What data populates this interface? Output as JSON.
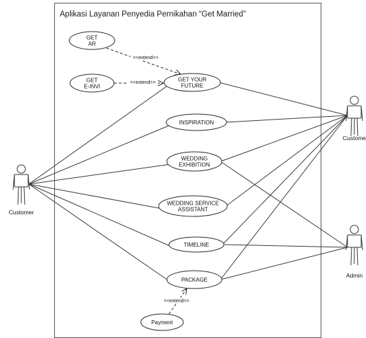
{
  "system": {
    "title": "Aplikasi Layanan Penyedia Pernikahan “Get Married”"
  },
  "actors": [
    {
      "id": "customer-left",
      "label": "Customer"
    },
    {
      "id": "customer-right",
      "label": "Custome"
    },
    {
      "id": "admin",
      "label": "Admin"
    }
  ],
  "use_cases": [
    {
      "id": "get-ar",
      "lines": [
        "GET",
        "AR"
      ]
    },
    {
      "id": "get-einvi",
      "lines": [
        "GET",
        "E-INVI"
      ]
    },
    {
      "id": "get-your-future",
      "lines": [
        "GET YOUR",
        "FUTURE"
      ]
    },
    {
      "id": "inspiration",
      "lines": [
        "INSPIRATION"
      ]
    },
    {
      "id": "wedding-exhibition",
      "lines": [
        "WEDDING",
        "EXHIBITION"
      ]
    },
    {
      "id": "wedding-service-assistant",
      "lines": [
        "WEDDING SERVICE",
        "ASSISTANT"
      ]
    },
    {
      "id": "timeline",
      "lines": [
        "TIMELINE"
      ]
    },
    {
      "id": "package",
      "lines": [
        "PACKAGE"
      ]
    },
    {
      "id": "payment",
      "lines": [
        "Payment"
      ]
    }
  ],
  "extend_label": "<<extend>>",
  "extends": [
    {
      "from": "get-ar",
      "to": "get-your-future"
    },
    {
      "from": "get-einvi",
      "to": "get-your-future"
    },
    {
      "from": "payment",
      "to": "package"
    }
  ],
  "associations": [
    {
      "actor": "customer-left",
      "use_case": "get-your-future"
    },
    {
      "actor": "customer-left",
      "use_case": "inspiration"
    },
    {
      "actor": "customer-left",
      "use_case": "wedding-exhibition"
    },
    {
      "actor": "customer-left",
      "use_case": "wedding-service-assistant"
    },
    {
      "actor": "customer-left",
      "use_case": "timeline"
    },
    {
      "actor": "customer-left",
      "use_case": "package"
    },
    {
      "actor": "customer-right",
      "use_case": "get-your-future"
    },
    {
      "actor": "customer-right",
      "use_case": "inspiration"
    },
    {
      "actor": "customer-right",
      "use_case": "wedding-exhibition"
    },
    {
      "actor": "customer-right",
      "use_case": "wedding-service-assistant"
    },
    {
      "actor": "customer-right",
      "use_case": "timeline"
    },
    {
      "actor": "customer-right",
      "use_case": "package"
    },
    {
      "actor": "admin",
      "use_case": "wedding-exhibition"
    },
    {
      "actor": "admin",
      "use_case": "timeline"
    },
    {
      "actor": "admin",
      "use_case": "package"
    }
  ]
}
